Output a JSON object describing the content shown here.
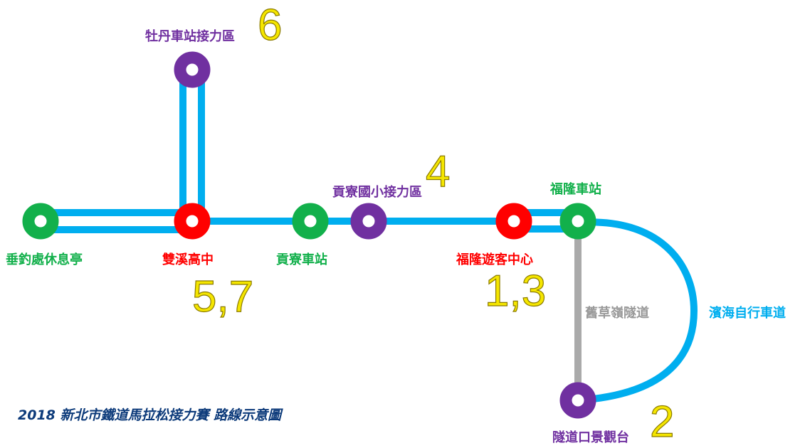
{
  "colors": {
    "route": "#00aeef",
    "tunnel": "#aaaaaa",
    "green": "#12b04b",
    "red": "#ff0000",
    "purple": "#7030a0",
    "number_fill": "#f5e600",
    "caption": "#0c3a7a"
  },
  "stations": {
    "chuidiao": {
      "label": "垂釣處休息亭",
      "color": "green"
    },
    "shuangxi": {
      "label": "雙溪高中",
      "color": "red",
      "number": "5,7"
    },
    "mudan": {
      "label": "牡丹車站接力區",
      "color": "purple",
      "number": "6"
    },
    "gongliao_station": {
      "label": "貢寮車站",
      "color": "green"
    },
    "gongliao_school": {
      "label": "貢寮國小接力區",
      "color": "purple",
      "number": "4"
    },
    "visitor_center": {
      "label": "福隆遊客中心",
      "color": "red",
      "number": "1,3"
    },
    "fulong_station": {
      "label": "福隆車站",
      "color": "green"
    },
    "tunnel_viewpoint": {
      "label": "隧道口景觀台",
      "color": "purple",
      "number": "2"
    }
  },
  "routes": {
    "old_tunnel": {
      "label": "舊草嶺隧道",
      "color": "tunnel"
    },
    "coastal_bikeway": {
      "label": "濱海自行車道",
      "color": "route"
    }
  },
  "caption": "2018 新北市鐵道馬拉松接力賽 路線示意圖"
}
